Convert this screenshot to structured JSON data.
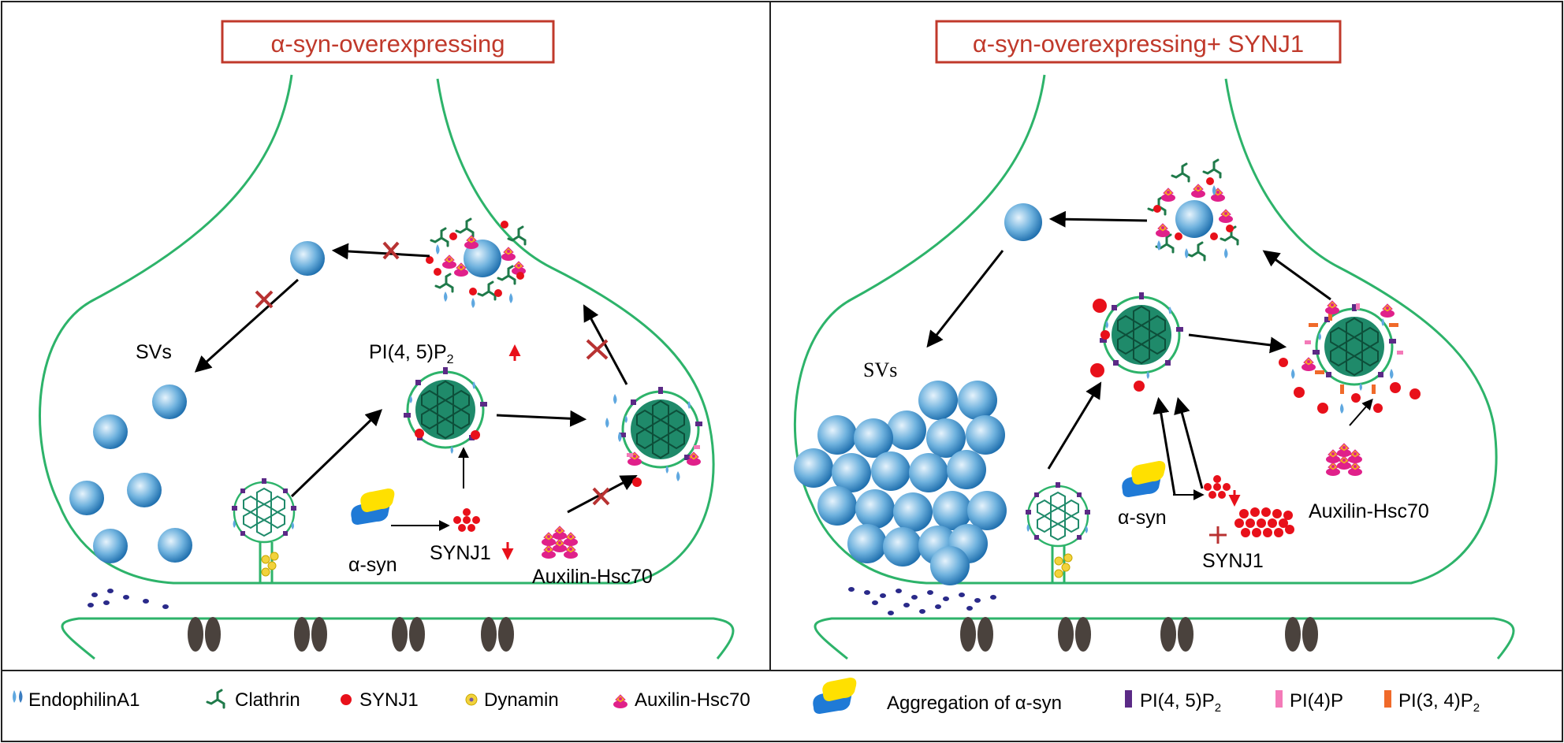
{
  "panels": {
    "left": {
      "title": "α-syn-overexpressing",
      "svs_label": "SVs",
      "pip2_label": "PI(4, 5)P",
      "pip2_sub": "2",
      "synj1_label": "SYNJ1",
      "asyn_label": "α-syn",
      "auxilin_label": "Auxilin-Hsc70"
    },
    "right": {
      "title": "α-syn-overexpressing+ SYNJ1",
      "svs_label": "SVs",
      "synj1_label": "SYNJ1",
      "asyn_label": "α-syn",
      "auxilin_label": "Auxilin-Hsc70"
    }
  },
  "legend": {
    "endophilin": "EndophilinA1",
    "clathrin": "Clathrin",
    "synj1": "SYNJ1",
    "dynamin": "Dynamin",
    "auxilin": "Auxilin-Hsc70",
    "aggregation": "Aggregation of α-syn",
    "pi45p2": "PI(4, 5)P",
    "pi45p2_sub": "2",
    "pi4p": "PI(4)P",
    "pi34p2": "PI(3, 4)P",
    "pi34p2_sub": "2"
  },
  "colors": {
    "membrane": "#2db36a",
    "title_border": "#c0392b",
    "title_text": "#c0392b",
    "clathrin_fill": "#1f8a6a",
    "synj1": "#e8101a",
    "pi45p2": "#5b2a86",
    "pi4p": "#f47ab8",
    "pi34p2": "#f06a2a",
    "channel": "#4a423d",
    "dot": "#2a2a8a"
  }
}
